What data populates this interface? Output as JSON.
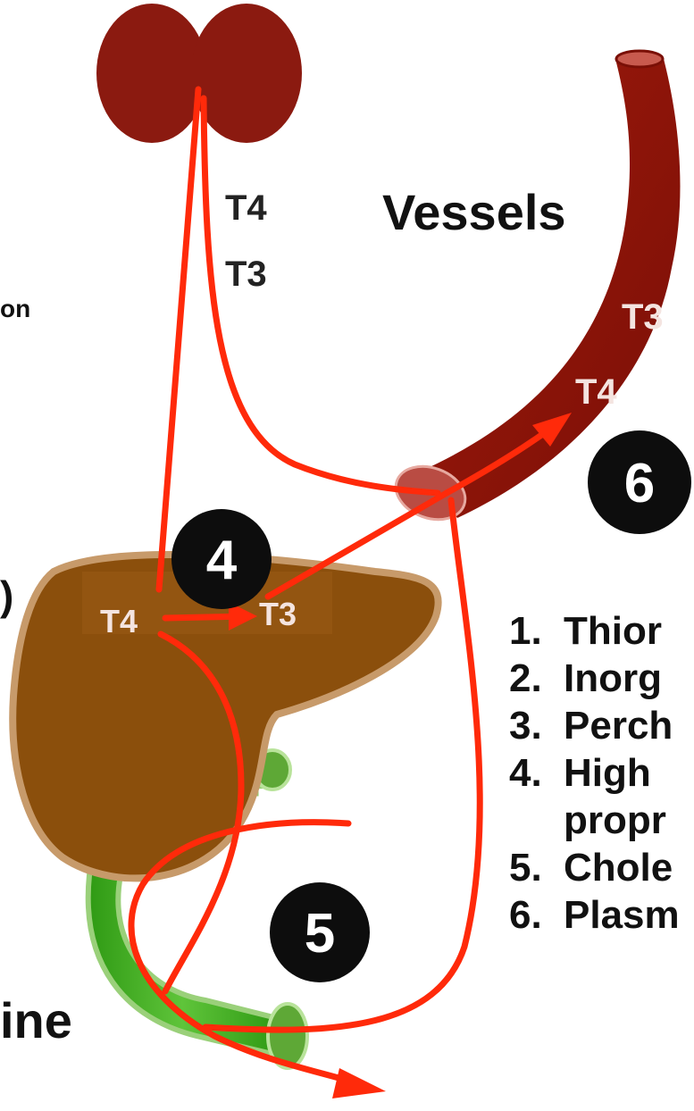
{
  "labels": {
    "vessels": "Vessels",
    "t4_top": "T4",
    "t3_top": "T3",
    "t3_vessel": "T3",
    "t4_vessel": "T4",
    "t4_liver": "T4",
    "t3_liver": "T3",
    "badge_4": "4",
    "badge_5": "5",
    "badge_6": "6",
    "edge_on": "on",
    "edge_ine": "ine",
    "edge_paren": ")"
  },
  "list": [
    {
      "num": "1.",
      "text": "Thior"
    },
    {
      "num": "2.",
      "text": "Inorg"
    },
    {
      "num": "3.",
      "text": "Perch"
    },
    {
      "num": "4.",
      "text": "High"
    },
    {
      "num": "",
      "text": "propr"
    },
    {
      "num": "5.",
      "text": "Chole"
    },
    {
      "num": "6.",
      "text": "Plasm"
    }
  ],
  "colors": {
    "thyroid": "#8b1a10",
    "vessel": "#8e1208",
    "liver": "#8b4f0c",
    "intestine": "#3fae1e",
    "arrow": "#ff2a0a",
    "badge": "#0d0d0d"
  }
}
